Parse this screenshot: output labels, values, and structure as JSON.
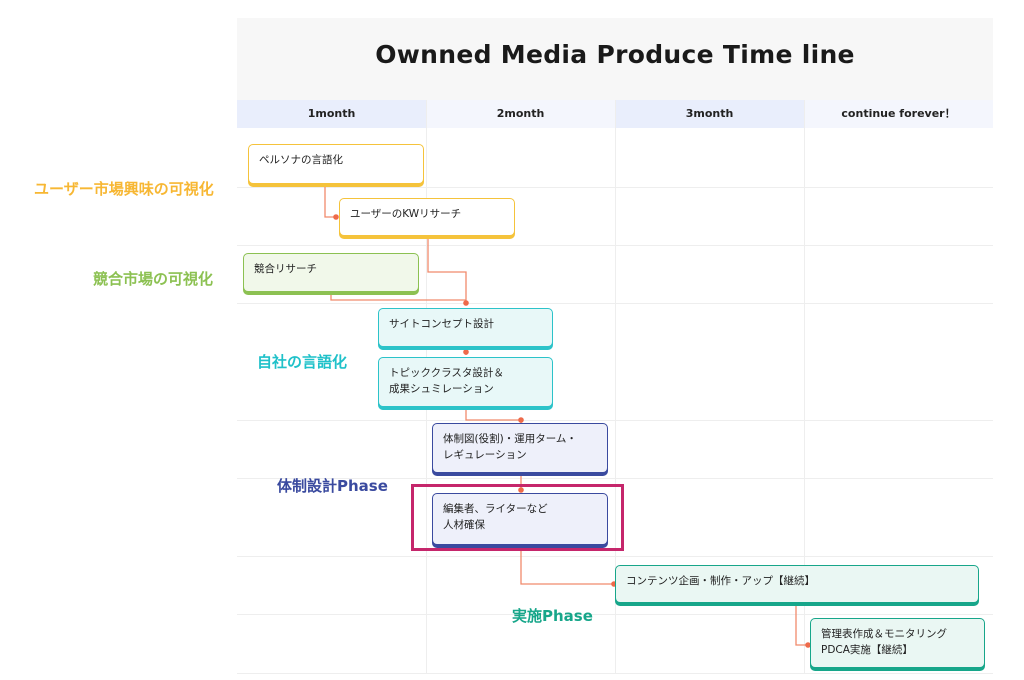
{
  "title": "Ownned Media Produce Time line",
  "columns": [
    "1month",
    "2month",
    "3month",
    "continue forever！"
  ],
  "lanes": [
    {
      "label": "ユーザー市場興味の可視化",
      "color": "#f7b733"
    },
    {
      "label": "競合市場の可視化",
      "color": "#8cc152"
    },
    {
      "label": "自社の言語化",
      "color": "#1fc1c9"
    },
    {
      "label": "体制設計Phase",
      "color": "#3a4a9f"
    },
    {
      "label": "実施Phase",
      "color": "#17a68a"
    }
  ],
  "tasks": [
    {
      "text": "ペルソナの言語化",
      "lane": "ユーザー市場興味の可視化",
      "border": "#f5c33b",
      "fill": "#ffffff"
    },
    {
      "text": "ユーザーのKWリサーチ",
      "lane": "ユーザー市場興味の可視化",
      "border": "#f5c33b",
      "fill": "#ffffff"
    },
    {
      "text": "競合リサーチ",
      "lane": "競合市場の可視化",
      "border": "#8cc152",
      "fill": "#f1f8ea"
    },
    {
      "text": "サイトコンセプト設計",
      "lane": "自社の言語化",
      "border": "#2cc3c9",
      "fill": "#e8f8f8"
    },
    {
      "text": "トピッククラスタ設計＆\n成果シュミレーション",
      "lane": "自社の言語化",
      "border": "#2cc3c9",
      "fill": "#e8f8f8"
    },
    {
      "text": "体制図(役割)・運用ターム・\nレギュレーション",
      "lane": "体制設計Phase",
      "border": "#3a4a9f",
      "fill": "#eef0fa"
    },
    {
      "text": "編集者、ライターなど\n人材確保",
      "lane": "体制設計Phase",
      "border": "#3a4a9f",
      "fill": "#eef0fa",
      "highlighted": true
    },
    {
      "text": "コンテンツ企画・制作・アップ【継続】",
      "lane": "実施Phase",
      "border": "#17a68a",
      "fill": "#eaf7f3"
    },
    {
      "text": "管理表作成＆モニタリング\nPDCA実施【継続】",
      "lane": "実施Phase",
      "border": "#17a68a",
      "fill": "#eaf7f3"
    }
  ],
  "colors": {
    "connector": "#f08a6c",
    "highlight": "#c5266b",
    "header_band": "#e9eefc"
  }
}
